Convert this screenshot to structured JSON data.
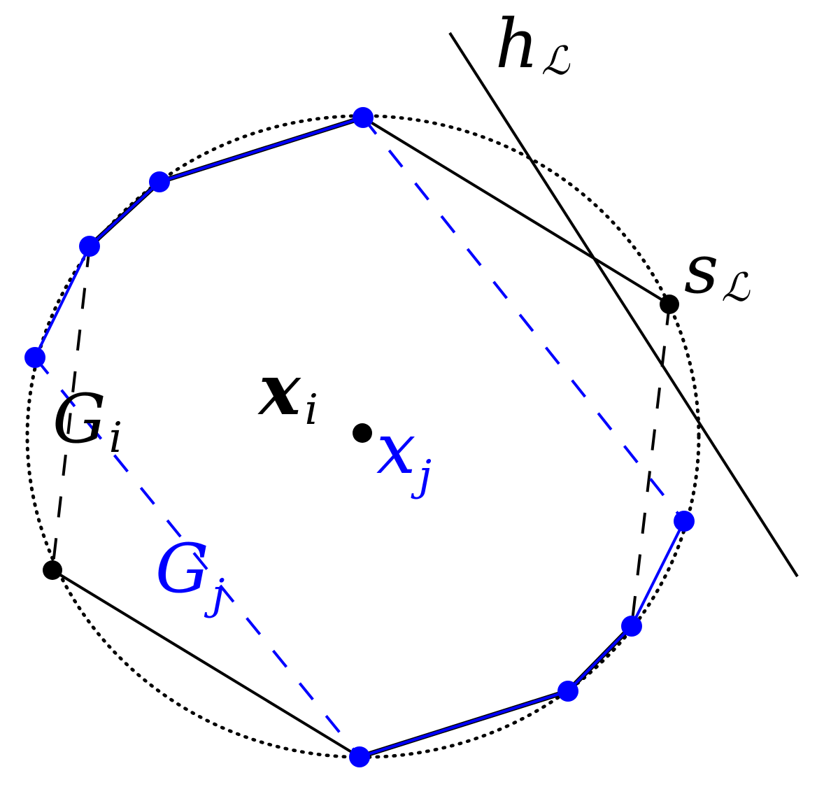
{
  "colors": {
    "black": "#000000",
    "blue": "#0000ff"
  },
  "labels": {
    "h_main": "h",
    "h_sub": "ℒ",
    "s_main": "s",
    "s_sub": "ℒ",
    "xi_main": "x",
    "xi_sub": "i",
    "xj_main": "x",
    "xj_sub": "j",
    "Gi_main": "G",
    "Gi_sub": "i",
    "Gj_main": "G",
    "Gj_sub": "j"
  }
}
